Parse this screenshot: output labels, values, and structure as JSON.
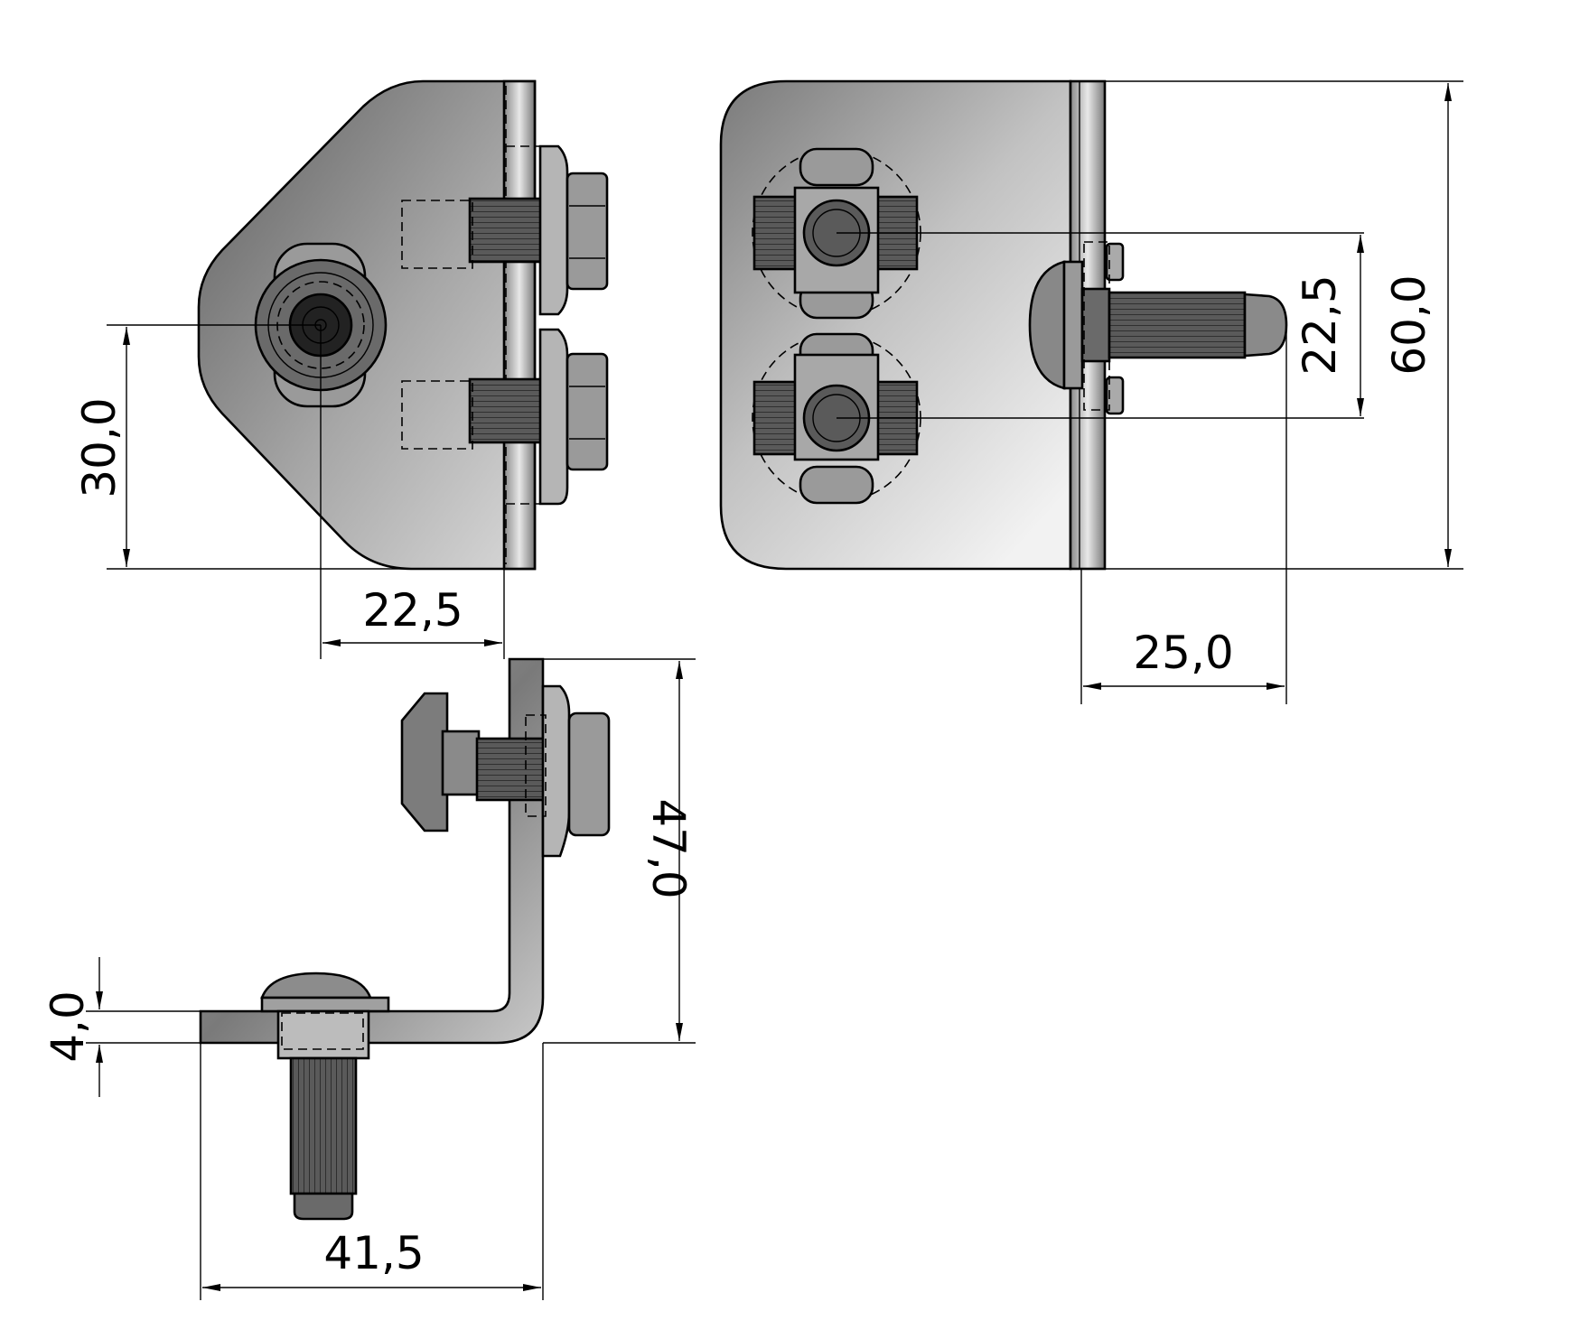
{
  "dimensions": {
    "front_height": "30,0",
    "front_width": "22,5",
    "right_spacing": "22,5",
    "right_height": "60,0",
    "right_bolt_length": "25,0",
    "side_height": "47,0",
    "side_thickness": "4,0",
    "side_width": "41,5"
  }
}
